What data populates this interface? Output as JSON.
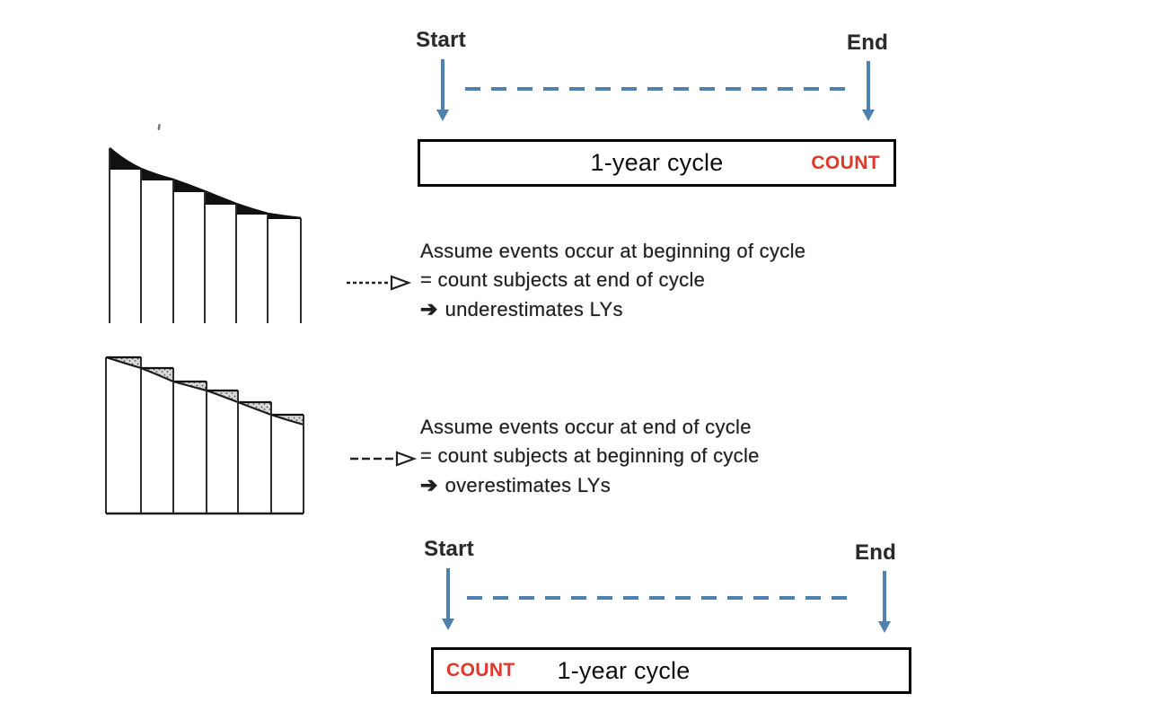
{
  "colors": {
    "arrow_blue": "#4e81b0",
    "count_red": "#e0382a",
    "ink": "#1f1f1f"
  },
  "top_timeline": {
    "start_label": "Start",
    "end_label": "End"
  },
  "top_cycle_box": {
    "cycle_label": "1-year cycle",
    "count_label": "COUNT"
  },
  "annotations": [
    {
      "line1": "Assume events occur at beginning of cycle",
      "line2": "= count subjects at end of cycle",
      "arrow_glyph": "➔",
      "line3": "underestimates LYs"
    },
    {
      "line1": "Assume events occur at end of cycle",
      "line2": "= count subjects at beginning of cycle",
      "arrow_glyph": "➔",
      "line3": "overestimates LYs"
    }
  ],
  "bottom_timeline": {
    "start_label": "Start",
    "end_label": "End"
  },
  "bottom_cycle_box": {
    "count_label": "COUNT",
    "cycle_label": "1-year cycle"
  },
  "figures": [
    {
      "id": "events-at-beginning-chart",
      "bars": 6,
      "description": "declining survival curve above six stepped bars; dark shaded triangles between curve and bar tops"
    },
    {
      "id": "events-at-end-chart",
      "bars": 6,
      "description": "six stepped bars whose tops sit above a declining line; stippled shaded triangles between bar tops and line"
    }
  ]
}
